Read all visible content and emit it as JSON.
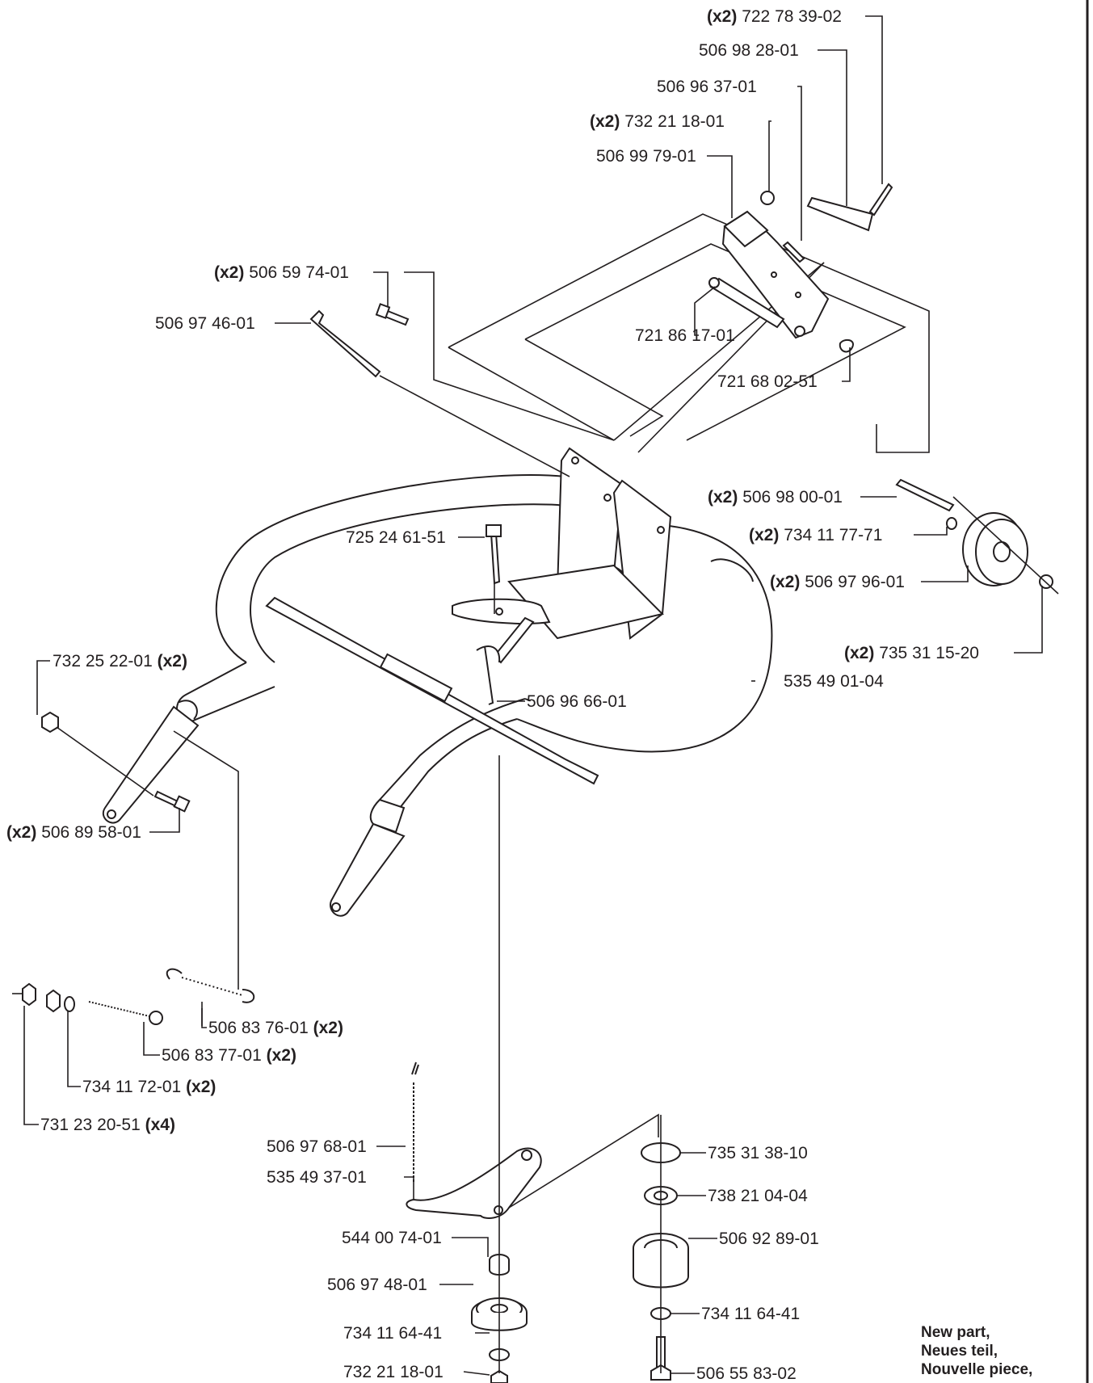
{
  "labels": {
    "p722_78_39_02": {
      "num": "722 78 39-02",
      "qty": "(x2)"
    },
    "p506_98_28_01": {
      "num": "506 98 28-01"
    },
    "p506_96_37_01": {
      "num": "506 96 37-01"
    },
    "p732_21_18_01_top": {
      "num": "732 21 18-01",
      "qty": "(x2)"
    },
    "p506_99_79_01": {
      "num": "506 99 79-01"
    },
    "p506_59_74_01": {
      "num": "506 59 74-01",
      "qty": "(x2)"
    },
    "p506_97_46_01": {
      "num": "506 97 46-01"
    },
    "p721_86_17_01": {
      "num": "721 86 17-01"
    },
    "p721_68_02_51": {
      "num": "721 68 02-51"
    },
    "p506_98_00_01": {
      "num": "506 98 00-01",
      "qty": "(x2)"
    },
    "p734_11_77_71": {
      "num": "734 11 77-71",
      "qty": "(x2)"
    },
    "p725_24_61_51": {
      "num": "725 24 61-51"
    },
    "p506_97_96_01": {
      "num": "506 97 96-01",
      "qty": "(x2)"
    },
    "p735_31_15_20": {
      "num": "735 31 15-20",
      "qty": "(x2)"
    },
    "p732_25_22_01": {
      "num": "732 25 22-01",
      "qty": "(x2)"
    },
    "p535_49_01_04": {
      "num": "535 49 01-04"
    },
    "p506_96_66_01": {
      "num": "506 96 66-01"
    },
    "p506_89_58_01": {
      "num": "506 89 58-01",
      "qty": "(x2)"
    },
    "p506_83_76_01": {
      "num": "506 83 76-01",
      "qty": "(x2)"
    },
    "p506_83_77_01": {
      "num": "506 83 77-01",
      "qty": "(x2)"
    },
    "p734_11_72_01": {
      "num": "734 11 72-01",
      "qty": "(x2)"
    },
    "p731_23_20_51": {
      "num": "731 23 20-51",
      "qty": "(x4)"
    },
    "p506_97_68_01": {
      "num": "506 97 68-01"
    },
    "p535_49_37_01": {
      "num": "535 49 37-01"
    },
    "p735_31_38_10": {
      "num": "735 31 38-10"
    },
    "p738_21_04_04": {
      "num": "738 21 04-04"
    },
    "p544_00_74_01": {
      "num": "544 00 74-01"
    },
    "p506_92_89_01": {
      "num": "506 92 89-01"
    },
    "p506_97_48_01": {
      "num": "506 97 48-01"
    },
    "p734_11_64_41_left": {
      "num": "734 11 64-41"
    },
    "p734_11_64_41_right": {
      "num": "734 11 64-41"
    },
    "p732_21_18_01_bottom": {
      "num": "732 21 18-01"
    },
    "p506_55_83_02": {
      "num": "506 55 83-02"
    }
  },
  "note": {
    "line1": "New part,",
    "line2": "Neues teil,",
    "line3": "Nouvelle piece,"
  }
}
